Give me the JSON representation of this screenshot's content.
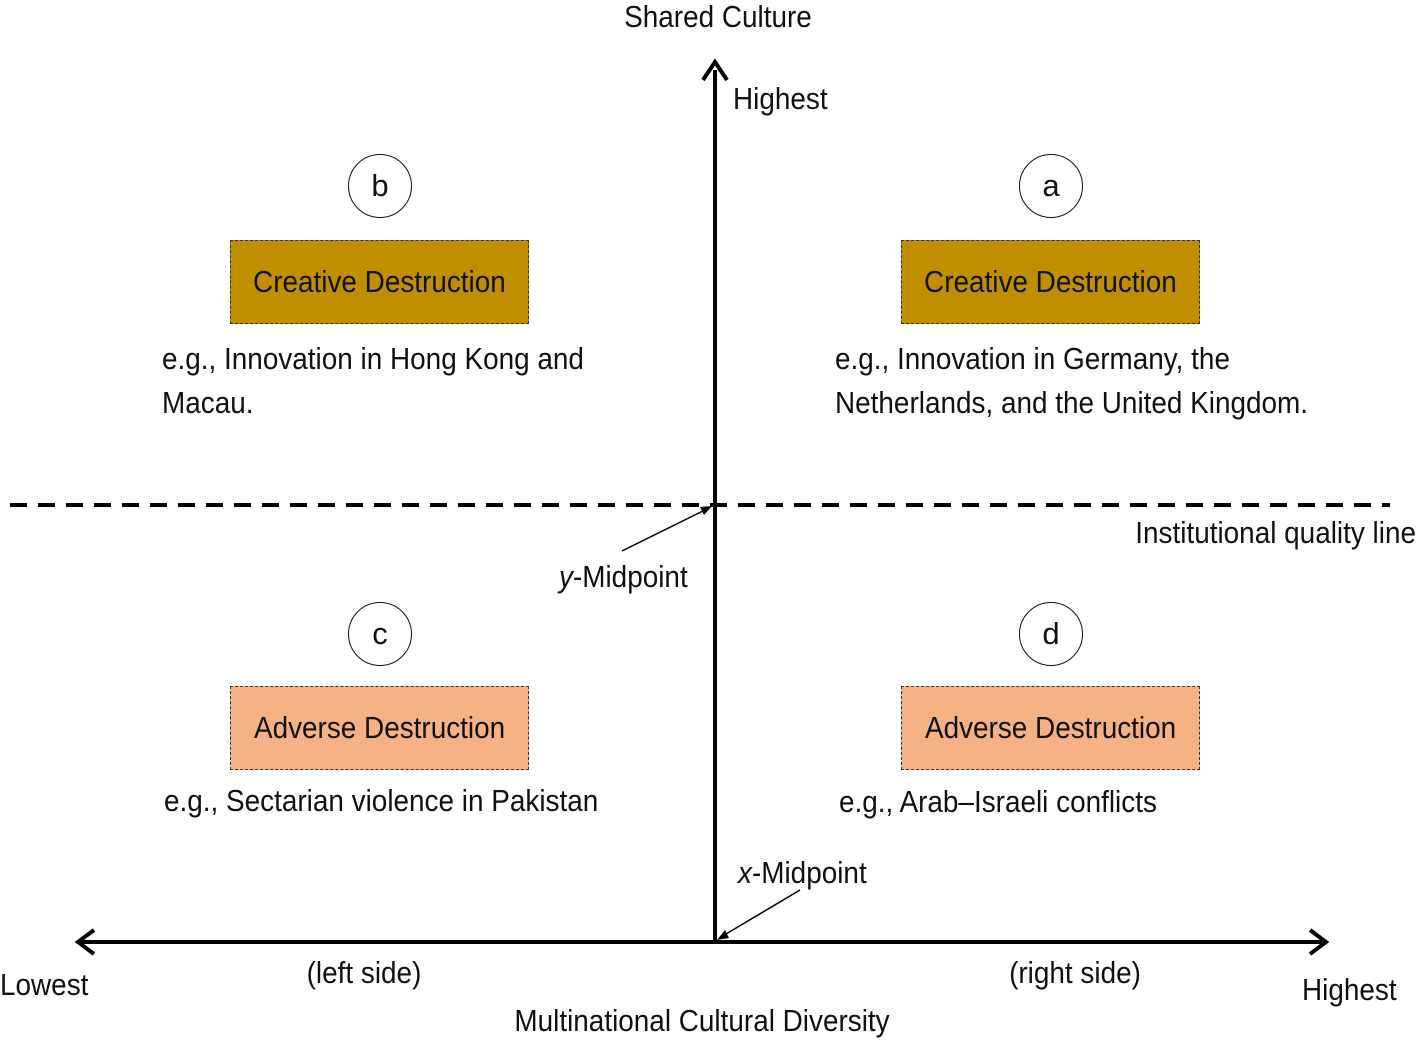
{
  "y_axis": {
    "title": "Shared Culture",
    "top_label": "Highest"
  },
  "x_axis": {
    "title": "Multinational Cultural Diversity",
    "left_label": "Lowest",
    "right_label": "Highest",
    "left_side": "(left side)",
    "right_side": "(right side)"
  },
  "institutional_line": "Institutional quality line",
  "y_midpoint": {
    "var": "y",
    "text": "-Midpoint"
  },
  "x_midpoint": {
    "var": "x",
    "text": "-Midpoint"
  },
  "quadrants": {
    "a": {
      "letter": "a",
      "label": "Creative Destruction",
      "example_line1": "e.g., Innovation in Germany, the",
      "example_line2": "Netherlands, and the United Kingdom."
    },
    "b": {
      "letter": "b",
      "label": "Creative Destruction",
      "example_line1": "e.g., Innovation in Hong Kong and",
      "example_line2": "Macau."
    },
    "c": {
      "letter": "c",
      "label": "Adverse Destruction",
      "example": "e.g., Sectarian violence in Pakistan"
    },
    "d": {
      "letter": "d",
      "label": "Adverse Destruction",
      "example": "e.g., Arab–Israeli conflicts"
    }
  },
  "colors": {
    "creative": "#bf8f00",
    "adverse": "#f4b183",
    "lines": "#000000"
  }
}
